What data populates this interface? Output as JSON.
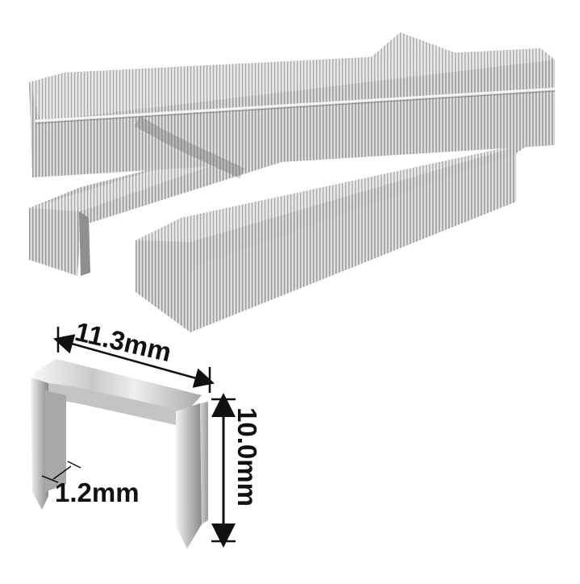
{
  "product": {
    "subject": "metal staple strips",
    "strip_count": 3
  },
  "dimensions": {
    "width_label": "11.3mm",
    "height_label": "10.0mm",
    "thickness_label": "1.2mm"
  },
  "colors": {
    "background": "#ffffff",
    "metal_light": "#e6e6e6",
    "metal_mid": "#b9b9b9",
    "metal_dark": "#7d7d7d",
    "annotation": "#111111"
  }
}
